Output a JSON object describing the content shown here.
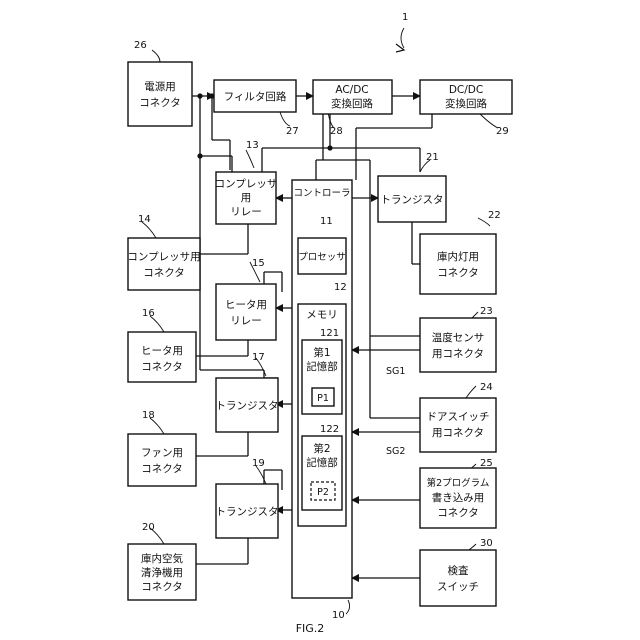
{
  "figure": {
    "ref_main": "1",
    "caption": "FIG.2"
  },
  "blocks": {
    "power_connector": {
      "lines": [
        "電源用",
        "コネクタ"
      ],
      "ref": "26"
    },
    "filter": {
      "lines": [
        "フィルタ回路"
      ],
      "ref": "27"
    },
    "acdc": {
      "lines": [
        "AC/DC",
        "変換回路"
      ],
      "ref": "28"
    },
    "dcdc": {
      "lines": [
        "DC/DC",
        "変換回路"
      ],
      "ref": "29"
    },
    "comp_relay": {
      "lines": [
        "コンプレッサ",
        "用",
        "リレー"
      ],
      "ref": "13"
    },
    "controller": {
      "lines": [
        "コントローラ"
      ],
      "ref": "10"
    },
    "transistor21": {
      "lines": [
        "トランジスタ"
      ],
      "ref": "21"
    },
    "comp_connector": {
      "lines": [
        "コンプレッサ用",
        "コネクタ"
      ],
      "ref": "14"
    },
    "processor": {
      "lines": [
        "プロセッサ"
      ],
      "ref": "11"
    },
    "lamp_connector": {
      "lines": [
        "庫内灯用",
        "コネクタ"
      ],
      "ref": "22"
    },
    "heater_relay": {
      "lines": [
        "ヒータ用",
        "リレー"
      ],
      "ref": "15"
    },
    "memory": {
      "lines": [
        "メモリ"
      ],
      "ref": "12"
    },
    "heater_connector": {
      "lines": [
        "ヒータ用",
        "コネクタ"
      ],
      "ref": "16"
    },
    "storage1": {
      "lines": [
        "第1",
        "記憶部"
      ],
      "ref": "121"
    },
    "p1": {
      "lines": [
        "P1"
      ]
    },
    "temp_connector": {
      "lines": [
        "温度センサ",
        "用コネクタ"
      ],
      "ref": "23"
    },
    "transistor17": {
      "lines": [
        "トランジスタ"
      ],
      "ref": "17"
    },
    "fan_connector": {
      "lines": [
        "ファン用",
        "コネクタ"
      ],
      "ref": "18"
    },
    "door_connector": {
      "lines": [
        "ドアスイッチ",
        "用コネクタ"
      ],
      "ref": "24"
    },
    "storage2": {
      "lines": [
        "第2",
        "記憶部"
      ],
      "ref": "122"
    },
    "p2": {
      "lines": [
        "P2"
      ]
    },
    "prog_connector": {
      "lines": [
        "第2プログラム",
        "書き込み用",
        "コネクタ"
      ],
      "ref": "25"
    },
    "transistor19": {
      "lines": [
        "トランジスタ"
      ],
      "ref": "19"
    },
    "purifier_connector": {
      "lines": [
        "庫内空気",
        "清浄機用",
        "コネクタ"
      ],
      "ref": "20"
    },
    "inspect_switch": {
      "lines": [
        "検査",
        "スイッチ"
      ],
      "ref": "30"
    }
  },
  "signals": {
    "sg1": "SG1",
    "sg2": "SG2"
  }
}
